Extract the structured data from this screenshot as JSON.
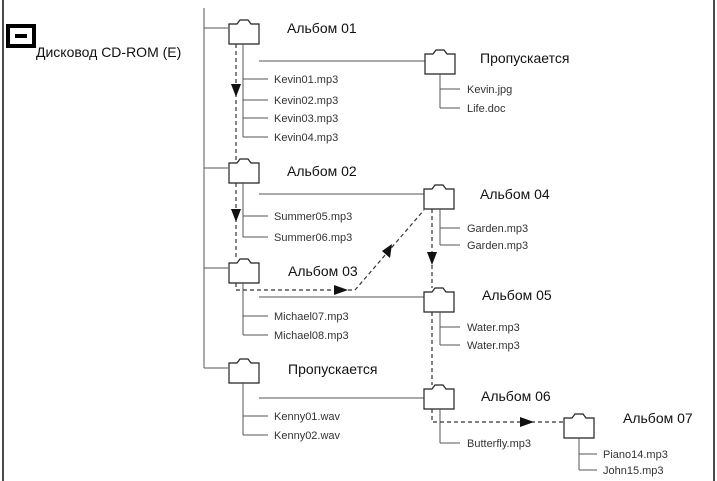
{
  "drive": {
    "label": "Дисковод CD-ROM (E)",
    "icon": "drive-icon"
  },
  "folders": {
    "album01": "Альбом 01",
    "skipped1": "Пропускается",
    "album02": "Альбом 02",
    "album03": "Альбом 03",
    "album04": "Альбом 04",
    "album05": "Альбом 05",
    "skipped2": "Пропускается",
    "album06": "Альбом 06",
    "album07": "Альбом 07"
  },
  "files": {
    "album01": [
      "Kevin01.mp3",
      "Kevin02.mp3",
      "Kevin03.mp3",
      "Kevin04.mp3"
    ],
    "skipped1": [
      "Kevin.jpg",
      "Life.doc"
    ],
    "album02": [
      "Summer05.mp3",
      "Summer06.mp3"
    ],
    "album03": [
      "Michael07.mp3",
      "Michael08.mp3"
    ],
    "album04": [
      "Garden.mp3",
      "Garden.mp3"
    ],
    "album05": [
      "Water.mp3",
      "Water.mp3"
    ],
    "skipped2": [
      "Kenny01.wav",
      "Kenny02.wav"
    ],
    "album06": [
      "Butterfly.mp3"
    ],
    "album07": [
      "Piano14.mp3",
      "John15.mp3"
    ]
  },
  "icons": {
    "folder": "folder-icon",
    "arrow": "arrowhead"
  }
}
